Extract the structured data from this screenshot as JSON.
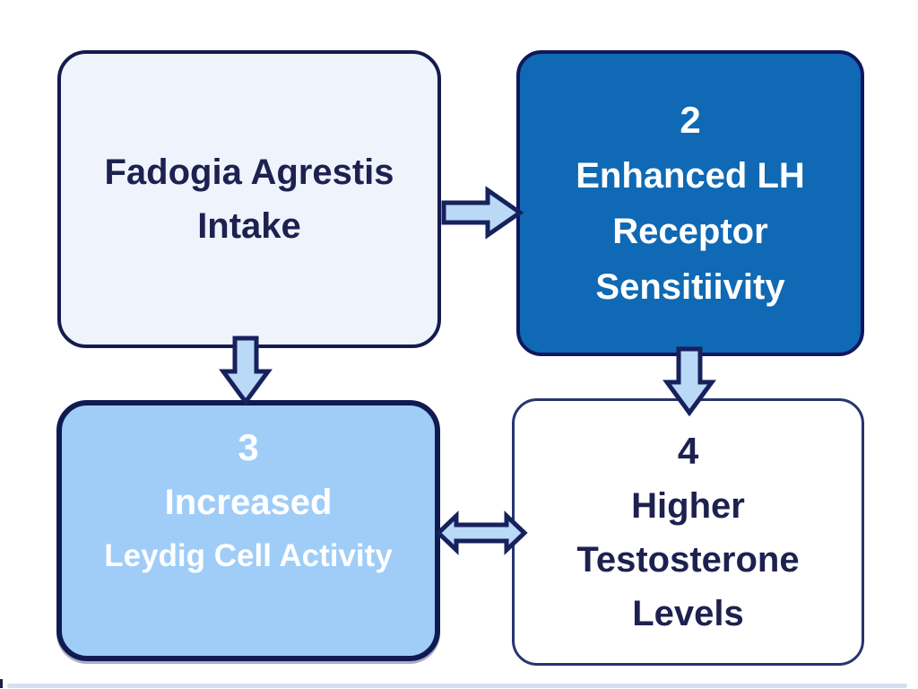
{
  "boxes": [
    {
      "name": "fadogia-agrestis-intake",
      "lines": [
        "Fadogia Agrestis",
        "Intake"
      ]
    },
    {
      "name": "enhanced-lh-receptor-sensitivity",
      "number": "2",
      "lines": [
        "Enhanced LH",
        "Receptor",
        "Sensitiivity"
      ]
    },
    {
      "name": "increased-leydig-cell-activity",
      "number": "3",
      "lines": [
        "Increased",
        "Leydig Cell Activity"
      ]
    },
    {
      "name": "higher-testosterone-levels",
      "number": "4",
      "lines": [
        "Higher",
        "Testosterone",
        "Levels"
      ]
    }
  ],
  "arrows": [
    {
      "name": "arrow-intake-to-lh-receptor",
      "direction": "right"
    },
    {
      "name": "arrow-intake-to-leydig",
      "direction": "down"
    },
    {
      "name": "arrow-lh-receptor-to-testosterone",
      "direction": "down"
    },
    {
      "name": "arrow-leydig-to-testosterone",
      "direction": "left-right"
    }
  ],
  "colors": {
    "box1_fill": "#eff4fc",
    "box2_fill": "#0f69b4",
    "box3_fill": "#9fcdf8",
    "box4_fill": "#ffffff",
    "border_dark": "#151b4e",
    "text_dark": "#1d2150",
    "text_light": "#ffffff",
    "arrow_fill": "#b9d9f6",
    "arrow_stroke": "#17215c",
    "bottom_strip": "#cfdded"
  }
}
